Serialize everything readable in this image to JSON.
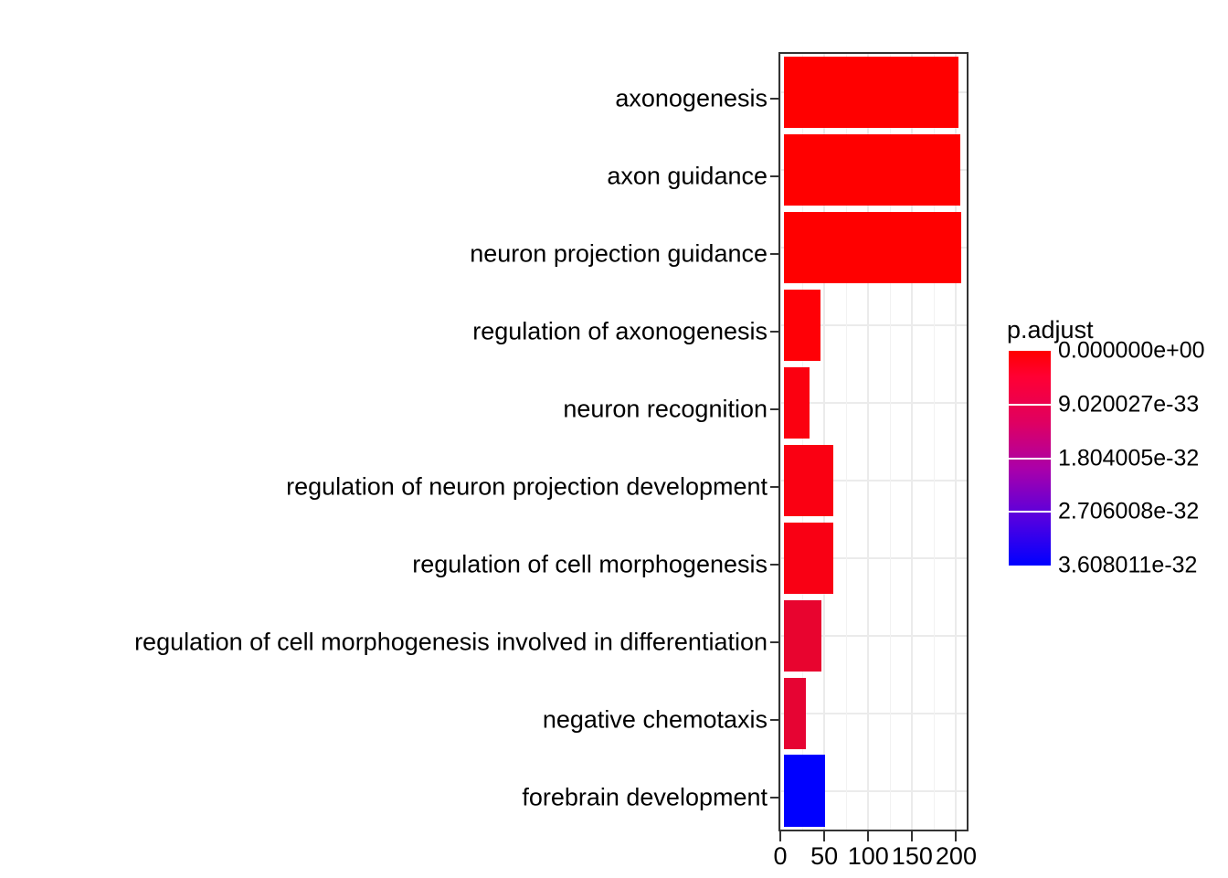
{
  "chart_data": {
    "type": "bar",
    "orientation": "horizontal",
    "title": "",
    "xlabel": "",
    "ylabel": "",
    "xlim": [
      0,
      212
    ],
    "xticks": [
      0,
      50,
      100,
      150,
      200
    ],
    "xticklabels": [
      "0",
      "50",
      "100",
      "150",
      "200"
    ],
    "grid": true,
    "grid_minor": true,
    "categories": [
      "axonogenesis",
      "axon guidance",
      "neuron projection guidance",
      "regulation of axonogenesis",
      "neuron recognition",
      "regulation of neuron projection development",
      "regulation of cell morphogenesis",
      "regulation of cell morphogenesis involved in differentiation",
      "negative chemotaxis",
      "forebrain development"
    ],
    "values": [
      198,
      201,
      202,
      42,
      29,
      56,
      56,
      43,
      25,
      47
    ],
    "bar_colors": [
      "#FF0000",
      "#FF0000",
      "#FF0000",
      "#FF0006",
      "#FB0010",
      "#FA0012",
      "#F90014",
      "#E8042F",
      "#E60433",
      "#0000FF"
    ],
    "p_adjust_values": [
      0.0,
      1e-35,
      2e-35,
      2e-34,
      7e-34,
      8e-34,
      9e-34,
      3.2e-33,
      3.4e-33,
      3.608011e-32
    ],
    "legend": {
      "title": "p.adjust",
      "position": "right",
      "gradient_high_color": "#FF0000",
      "gradient_low_color": "#0000FF",
      "tick_labels": [
        "0.000000e+00",
        "9.020027e-33",
        "1.804005e-32",
        "2.706008e-32",
        "3.608011e-32"
      ],
      "tick_values": [
        0,
        9.020027e-33,
        1.804005e-32,
        2.706008e-32,
        3.608011e-32
      ],
      "range": [
        0,
        3.608011e-32
      ]
    }
  }
}
